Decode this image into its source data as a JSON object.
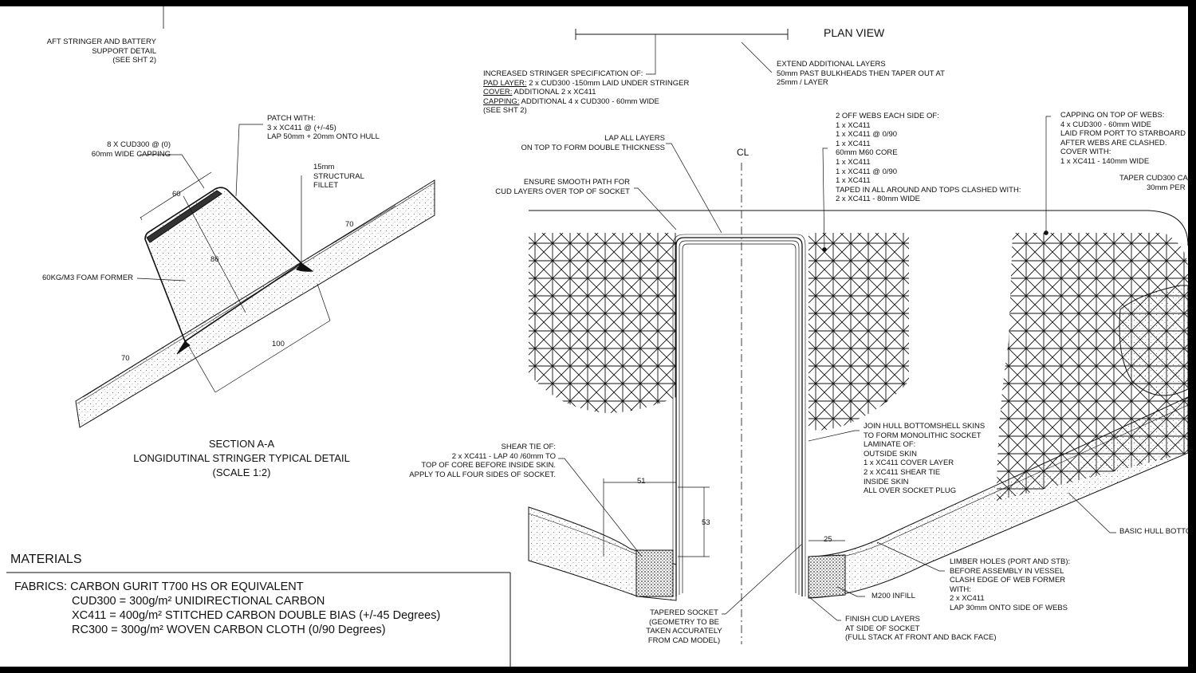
{
  "colors": {
    "background": "#000000",
    "sheet": "#ffffff",
    "ink": "#111111"
  },
  "left_detail": {
    "aft_stringer": [
      "AFT STRINGER AND BATTERY",
      "SUPPORT DETAIL",
      "(SEE SHT 2)"
    ],
    "capping": [
      "8 X CUD300 @ (0)",
      "60mm WIDE CAPPING"
    ],
    "patch": [
      "PATCH WITH:",
      "3 x XC411 @ (+/-45)",
      "LAP 50mm + 20mm ONTO HULL"
    ],
    "fillet": [
      "15mm",
      "STRUCTURAL",
      "FILLET"
    ],
    "foam": "60KG/M3 FOAM FORMER",
    "dims": {
      "d60": "60",
      "d70a": "70",
      "d86": "86",
      "d70b": "70",
      "d100": "100"
    },
    "section_title": [
      "SECTION A-A",
      "LONGIDUTINAL STRINGER  TYPICAL DETAIL",
      "(SCALE 1:2)"
    ]
  },
  "materials": {
    "heading": "MATERIALS",
    "lines": [
      "FABRICS: CARBON GURIT T700 HS OR EQUIVALENT",
      "CUD300 = 300g/m² UNIDIRECTIONAL CARBON",
      "XC411 = 400g/m² STITCHED CARBON DOUBLE BIAS (+/-45 Degrees)",
      "RC300 = 300g/m² WOVEN CARBON CLOTH (0/90 Degrees)"
    ]
  },
  "right_detail": {
    "plan_view": "PLAN VIEW",
    "extend": [
      "EXTEND ADDITIONAL LAYERS",
      "50mm PAST BULKHEADS THEN TAPER OUT AT",
      "25mm / LAYER"
    ],
    "stringer_spec": {
      "line1": "INCREASED STRINGER SPECIFICATION OF:",
      "pad_key": "PAD LAYER:",
      "pad_val": " 2 x CUD300 -150mm LAID UNDER STRINGER",
      "cover_key": "COVER:",
      "cover_val": " ADDITIONAL 2 x XC411",
      "capping_key": "CAPPING:",
      "capping_val": " ADDITIONAL 4 x CUD300 - 60mm WIDE",
      "see": "(SEE SHT 2)"
    },
    "lap_all": [
      "LAP ALL LAYERS",
      "ON TOP TO FORM DOUBLE THICKNESS"
    ],
    "smooth": [
      "ENSURE SMOOTH PATH FOR",
      "CUD LAYERS OVER TOP OF SOCKET"
    ],
    "centerline": "CL",
    "webs": [
      "2 OFF WEBS EACH SIDE OF:",
      "1 x XC411",
      "1 x XC411 @ 0/90",
      "1 x XC411",
      "60mm M60 CORE",
      "1 x XC411",
      "1 x XC411 @ 0/90",
      "1 x XC411",
      "TAPED IN ALL AROUND AND TOPS CLASHED WITH:",
      "2 x XC411 - 80mm WIDE"
    ],
    "capping_webs": [
      "CAPPING ON TOP OF WEBS:",
      "4 x CUD300 - 60mm WIDE",
      "LAID FROM PORT TO STARBOARD",
      "AFTER WEBS ARE CLASHED.",
      "COVER WITH:",
      "1  x XC411 - 140mm WIDE"
    ],
    "taper": [
      "TAPER CUD300 CA",
      "30mm PER"
    ],
    "join": [
      "JOIN HULL BOTTOMSHELL SKINS",
      "TO FORM MONOLITHIC SOCKET",
      "LAMINATE OF:",
      "OUTSIDE SKIN",
      "1 x XC411 COVER LAYER",
      "2 x XC411 SHEAR TIE",
      "INSIDE SKIN",
      "ALL OVER SOCKET PLUG"
    ],
    "shear_tie": [
      "SHEAR TIE OF:",
      "2 x XC411 - LAP 40 /60mm TO",
      "TOP OF CORE BEFORE INSIDE SKIN.",
      "APPLY TO ALL FOUR SIDES OF SOCKET."
    ],
    "basic_hull": "BASIC HULL BOTTO",
    "limber": [
      "LIMBER HOLES (PORT AND STB):",
      "BEFORE ASSEMBLY IN VESSEL",
      "CLASH EDGE OF WEB FORMER",
      "WITH:",
      "2 x XC411",
      "LAP 30mm ONTO SIDE OF WEBS"
    ],
    "m200": "M200 INFILL",
    "tapered": [
      "TAPERED SOCKET",
      "(GEOMETRY TO BE",
      "TAKEN ACCURATELY",
      "FROM CAD MODEL)"
    ],
    "finish": [
      "FINISH CUD LAYERS",
      "AT SIDE OF SOCKET",
      "(FULL STACK AT FRONT AND BACK FACE)"
    ],
    "dims": {
      "d51": "51",
      "d53": "53",
      "d25": "25"
    }
  }
}
